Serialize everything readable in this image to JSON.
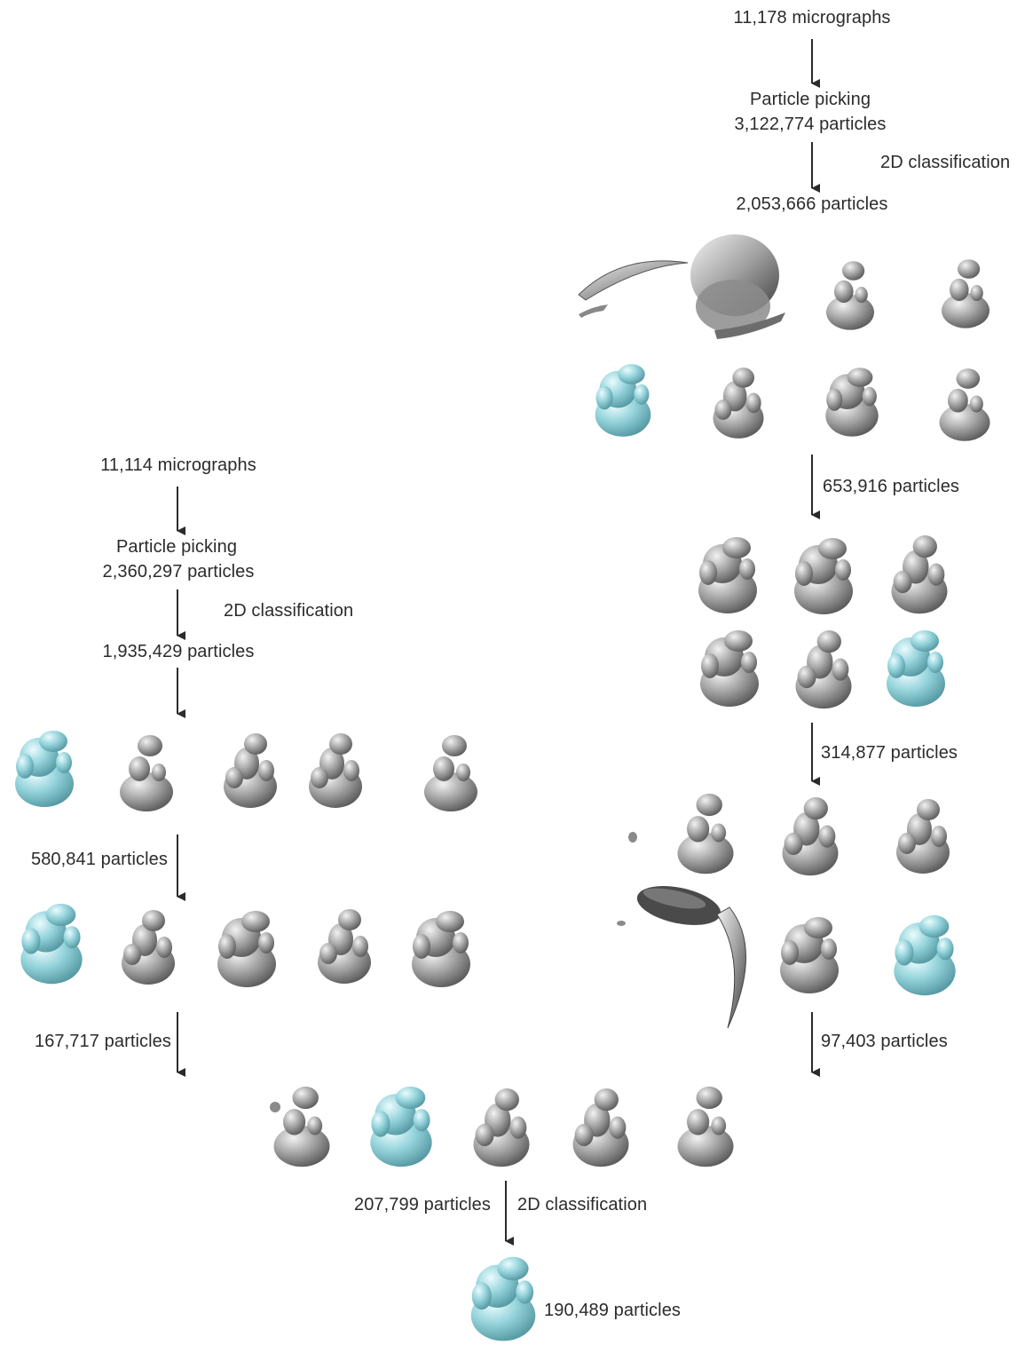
{
  "right_branch": {
    "micrographs": "11,178 micrographs",
    "picking_title": "Particle picking",
    "picked": "3,122,774 particles",
    "classification_label": "2D classification",
    "after_2d": "2,053,666 particles",
    "class3d_round1": "653,916 particles",
    "class3d_round2": "314,877 particles",
    "class3d_round3": "97,403 particles"
  },
  "left_branch": {
    "micrographs": "11,114 micrographs",
    "picking_title": "Particle picking",
    "picked": "2,360,297 particles",
    "classification_label": "2D classification",
    "after_2d": "1,935,429 particles",
    "class3d_round1": "580,841 particles",
    "class3d_round2": "167,717 particles"
  },
  "merged": {
    "combined": "207,799 particles",
    "classification_label": "2D classification",
    "final": "190,489 particles"
  },
  "colors": {
    "map_gray": "#9a9a9a",
    "map_gray_dark": "#5a5a5a",
    "map_selected": "#8fd0d8",
    "map_selected_dark": "#4f9aa4",
    "arrow": "#2b2b2b"
  }
}
